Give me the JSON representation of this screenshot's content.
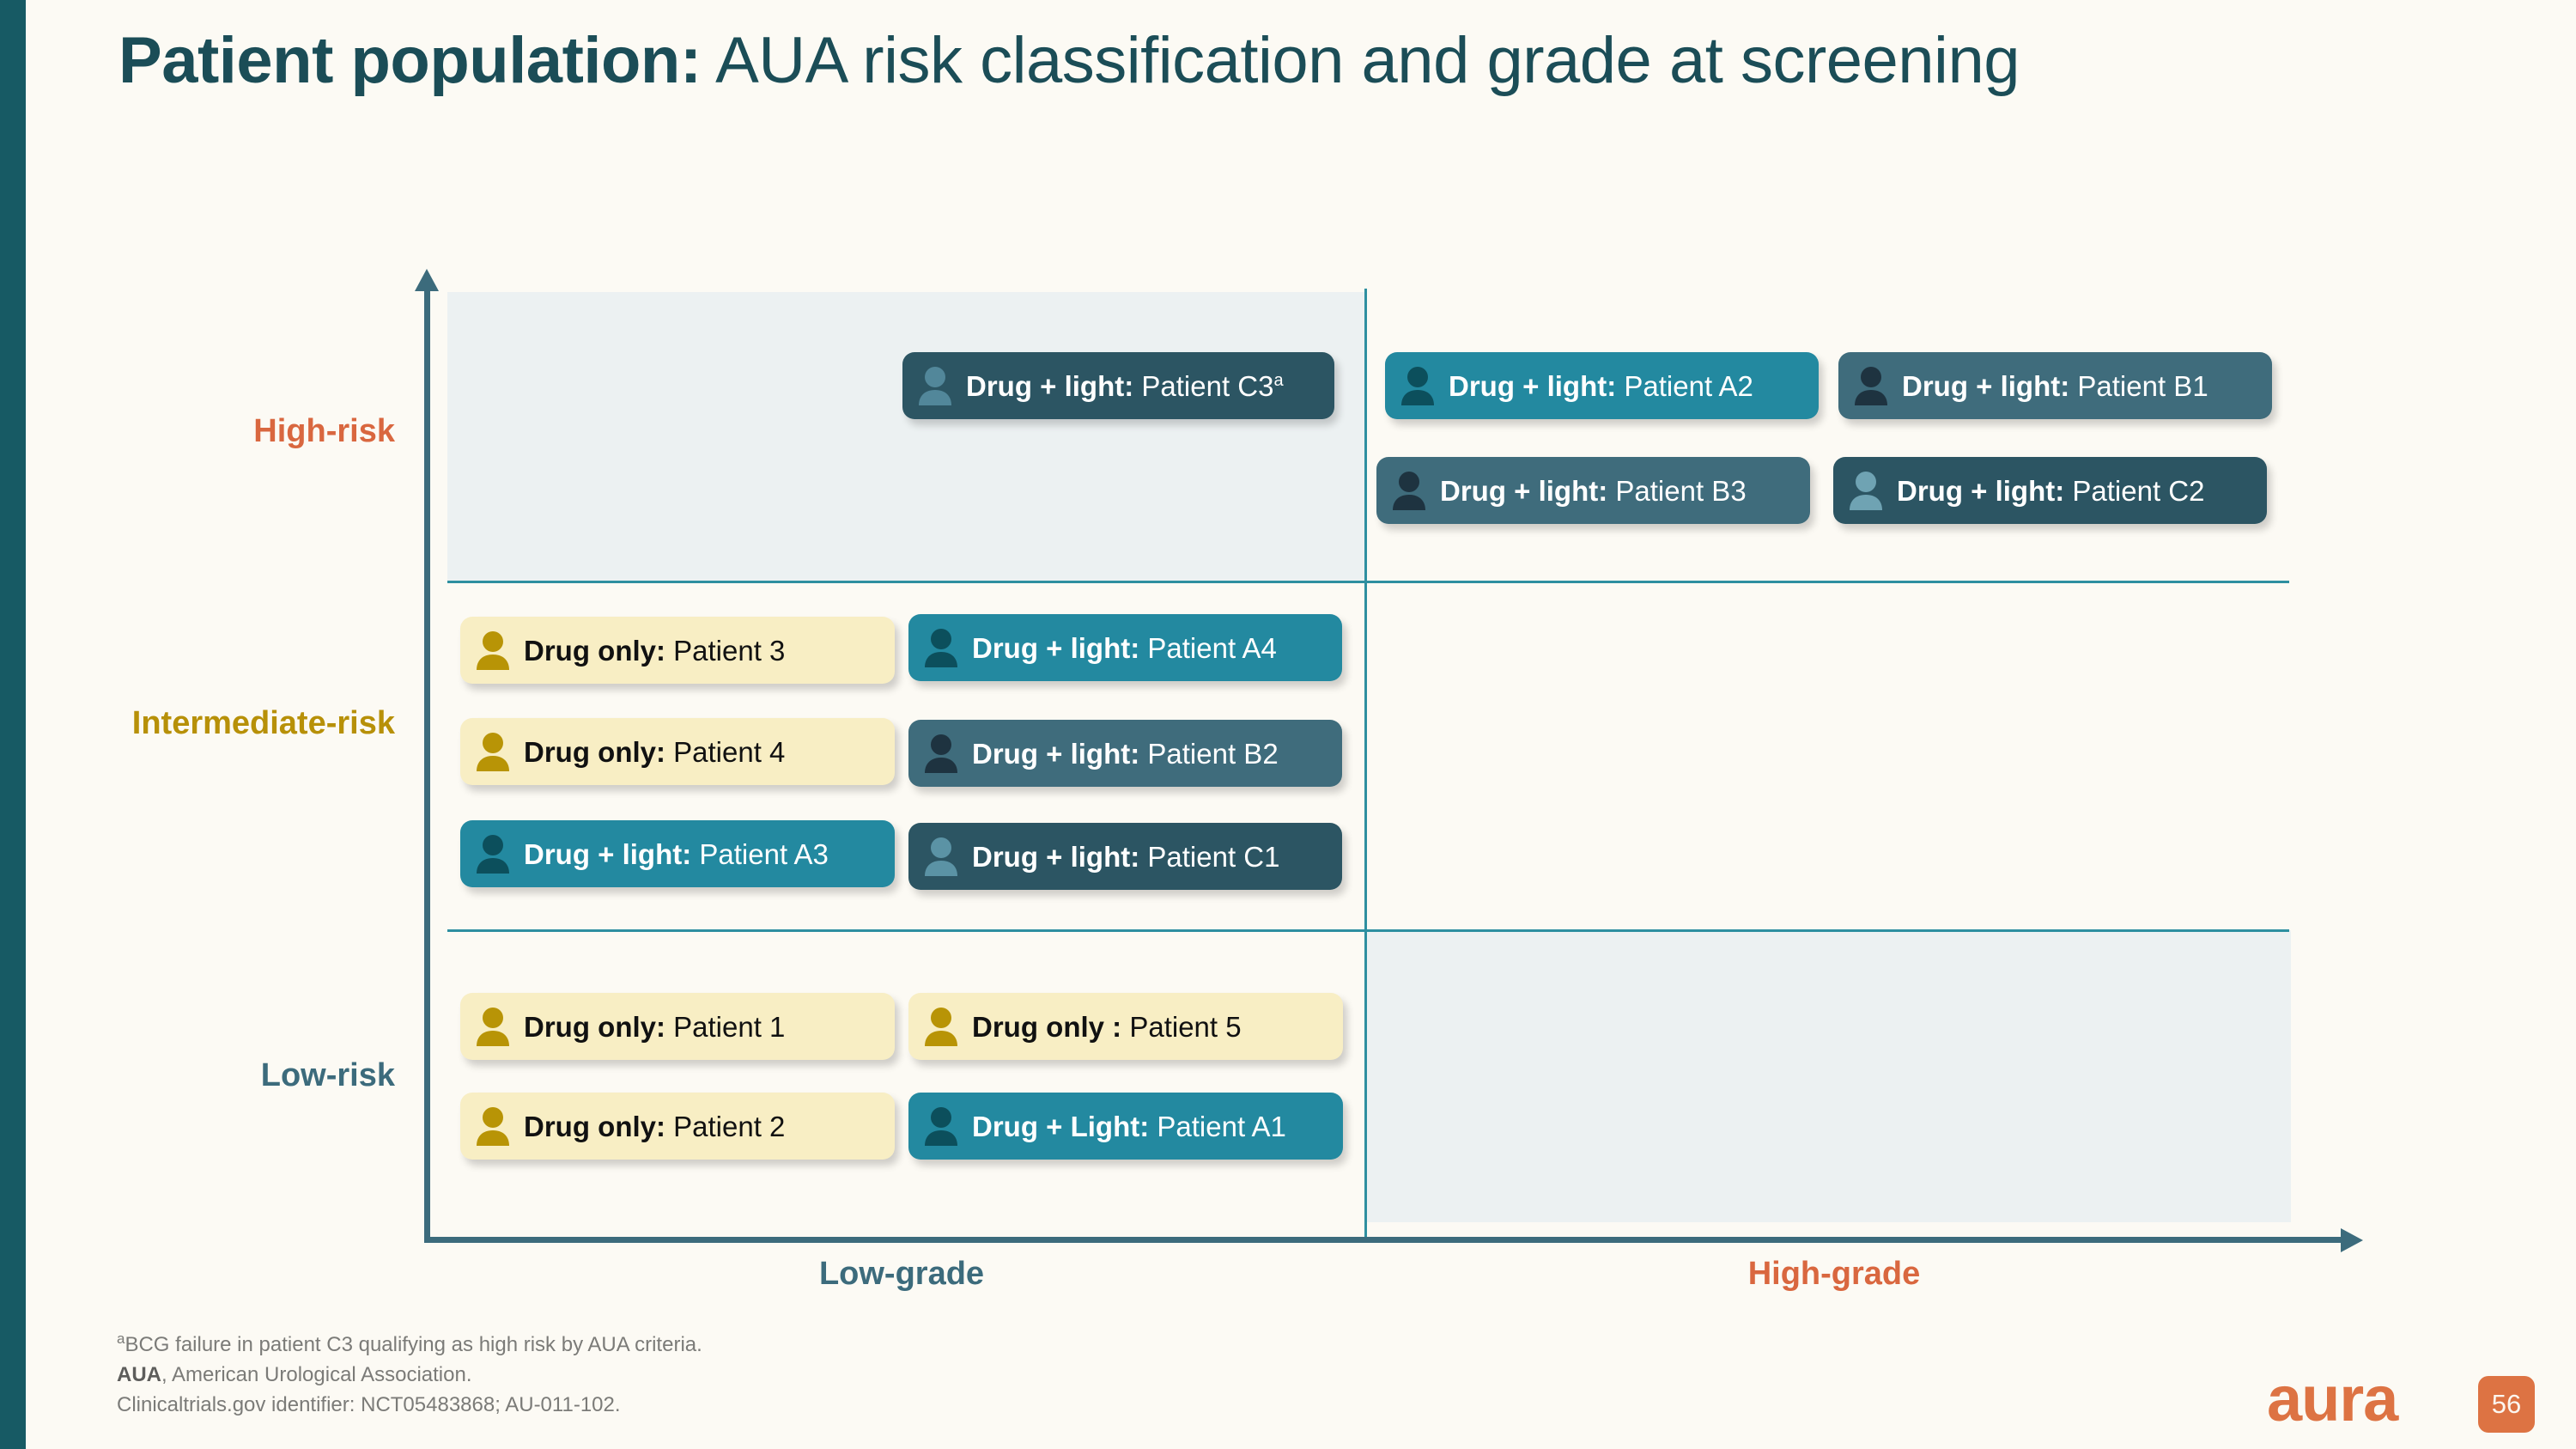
{
  "slide": {
    "title_bold": "Patient population:",
    "title_rest": " AUA risk classification and grade at screening",
    "page_number": "56",
    "brand": "aura"
  },
  "chart_data": {
    "type": "scatter",
    "title": "Patient population: AUA risk classification and grade at screening",
    "xlabel": "",
    "ylabel": "",
    "x_categories": [
      "Low-grade",
      "High-grade"
    ],
    "y_categories": [
      "Low-risk",
      "Intermediate-risk",
      "High-risk"
    ],
    "grid": true,
    "legend": "none",
    "axis_colors": {
      "High-risk": "#d9673f",
      "Intermediate-risk": "#b79008",
      "Low-risk": "#3c6b7c",
      "Low-grade": "#3c6b7c",
      "High-grade": "#d9673f",
      "axis_line": "#3c6b7c",
      "grid_line": "#2e8fa0",
      "shaded_quadrant": "#ecf1f2"
    },
    "shaded_quadrants": [
      "High-risk / Low-grade",
      "Low-risk / High-grade"
    ],
    "points": [
      {
        "risk": "High-risk",
        "grade": "Low-grade",
        "treatment": "Drug + light:",
        "patient": "Patient C3",
        "footnote_marker": "a",
        "theme": "dark-teal"
      },
      {
        "risk": "High-risk",
        "grade": "High-grade",
        "treatment": "Drug + light:",
        "patient": "Patient A2",
        "footnote_marker": "",
        "theme": "teal-bright"
      },
      {
        "risk": "High-risk",
        "grade": "High-grade",
        "treatment": "Drug + light:",
        "patient": "Patient B1",
        "footnote_marker": "",
        "theme": "slate"
      },
      {
        "risk": "High-risk",
        "grade": "High-grade",
        "treatment": "Drug + light:",
        "patient": "Patient B3",
        "footnote_marker": "",
        "theme": "slate"
      },
      {
        "risk": "High-risk",
        "grade": "High-grade",
        "treatment": "Drug + light:",
        "patient": "Patient C2",
        "footnote_marker": "",
        "theme": "dark-teal"
      },
      {
        "risk": "Intermediate-risk",
        "grade": "Low-grade",
        "treatment": "Drug only:",
        "patient": "Patient 3",
        "footnote_marker": "",
        "theme": "yellow"
      },
      {
        "risk": "Intermediate-risk",
        "grade": "Low-grade",
        "treatment": "Drug only:",
        "patient": "Patient 4",
        "footnote_marker": "",
        "theme": "yellow"
      },
      {
        "risk": "Intermediate-risk",
        "grade": "Low-grade",
        "treatment": "Drug + light:",
        "patient": "Patient A3",
        "footnote_marker": "",
        "theme": "teal-bright"
      },
      {
        "risk": "Intermediate-risk",
        "grade": "Low-grade",
        "treatment": "Drug + light:",
        "patient": "Patient A4",
        "footnote_marker": "",
        "theme": "teal-bright"
      },
      {
        "risk": "Intermediate-risk",
        "grade": "Low-grade",
        "treatment": "Drug + light:",
        "patient": "Patient B2",
        "footnote_marker": "",
        "theme": "slate"
      },
      {
        "risk": "Intermediate-risk",
        "grade": "Low-grade",
        "treatment": "Drug + light:",
        "patient": "Patient C1",
        "footnote_marker": "",
        "theme": "dark-teal"
      },
      {
        "risk": "Low-risk",
        "grade": "Low-grade",
        "treatment": "Drug only:",
        "patient": "Patient 1",
        "footnote_marker": "",
        "theme": "yellow"
      },
      {
        "risk": "Low-risk",
        "grade": "Low-grade",
        "treatment": "Drug only:",
        "patient": "Patient 2",
        "footnote_marker": "",
        "theme": "yellow"
      },
      {
        "risk": "Low-risk",
        "grade": "Low-grade",
        "treatment": "Drug only :",
        "patient": "Patient 5",
        "footnote_marker": "",
        "theme": "yellow"
      },
      {
        "risk": "Low-risk",
        "grade": "Low-grade",
        "treatment": "Drug + Light:",
        "patient": "Patient A1",
        "footnote_marker": "",
        "theme": "teal-bright"
      }
    ]
  },
  "axis": {
    "y_labels": {
      "high": "High-risk",
      "intermediate": "Intermediate-risk",
      "low": "Low-risk"
    },
    "x_labels": {
      "low": "Low-grade",
      "high": "High-grade"
    }
  },
  "cards": {
    "c3": {
      "treatment": "Drug + light:",
      "patient": " Patient C3",
      "sup": "a"
    },
    "a2": {
      "treatment": "Drug + light:",
      "patient": " Patient A2",
      "sup": ""
    },
    "b1": {
      "treatment": "Drug + light:",
      "patient": " Patient B1",
      "sup": ""
    },
    "b3": {
      "treatment": "Drug + light:",
      "patient": " Patient B3",
      "sup": ""
    },
    "c2": {
      "treatment": "Drug + light:",
      "patient": " Patient C2",
      "sup": ""
    },
    "p3": {
      "treatment": "Drug only:",
      "patient": " Patient 3",
      "sup": ""
    },
    "p4": {
      "treatment": "Drug only:",
      "patient": " Patient 4",
      "sup": ""
    },
    "a3": {
      "treatment": "Drug + light:",
      "patient": " Patient A3",
      "sup": ""
    },
    "a4": {
      "treatment": "Drug + light:",
      "patient": " Patient A4",
      "sup": ""
    },
    "b2": {
      "treatment": "Drug + light:",
      "patient": " Patient B2",
      "sup": ""
    },
    "c1": {
      "treatment": "Drug + light:",
      "patient": " Patient C1",
      "sup": ""
    },
    "p1": {
      "treatment": "Drug only:",
      "patient": " Patient 1",
      "sup": ""
    },
    "p2": {
      "treatment": "Drug only:",
      "patient": " Patient 2",
      "sup": ""
    },
    "p5": {
      "treatment": "Drug only :",
      "patient": " Patient 5",
      "sup": ""
    },
    "a1": {
      "treatment": "Drug + Light:",
      "patient": " Patient A1",
      "sup": ""
    }
  },
  "footnotes": {
    "marker_a": "a",
    "line1": "BCG failure in patient C3 qualifying as high risk by AUA criteria.",
    "line2_bold": "AUA",
    "line2_rest": ", American Urological Association.",
    "line3": "Clinicaltrials.gov identifier: NCT05483868; AU-011-102."
  }
}
